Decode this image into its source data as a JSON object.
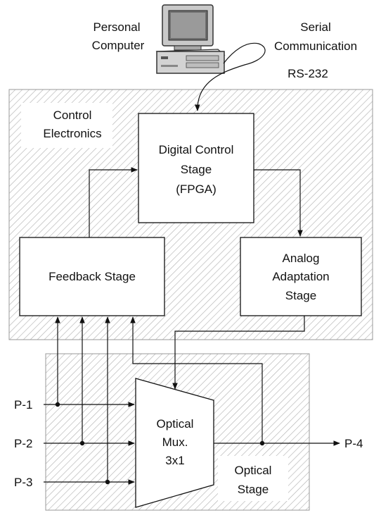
{
  "computer": {
    "label_line1": "Personal",
    "label_line2": "Computer"
  },
  "serial": {
    "label_line1": "Serial",
    "label_line2": "Communication",
    "protocol": "RS-232"
  },
  "control_electronics": {
    "label_line1": "Control",
    "label_line2": "Electronics"
  },
  "digital_stage": {
    "line1": "Digital Control",
    "line2": "Stage",
    "line3": "(FPGA)"
  },
  "feedback_stage": {
    "label": "Feedback Stage"
  },
  "analog_stage": {
    "line1": "Analog",
    "line2": "Adaptation",
    "line3": "Stage"
  },
  "mux": {
    "line1": "Optical",
    "line2": "Mux.",
    "line3": "3x1"
  },
  "optical_stage": {
    "label_line1": "Optical",
    "label_line2": "Stage"
  },
  "ports": {
    "p1": "P-1",
    "p2": "P-2",
    "p3": "P-3",
    "p4": "P-4"
  },
  "colors": {
    "hatch": "#b4b4b4",
    "line": "#111111",
    "box_border": "#9a9a9a"
  }
}
